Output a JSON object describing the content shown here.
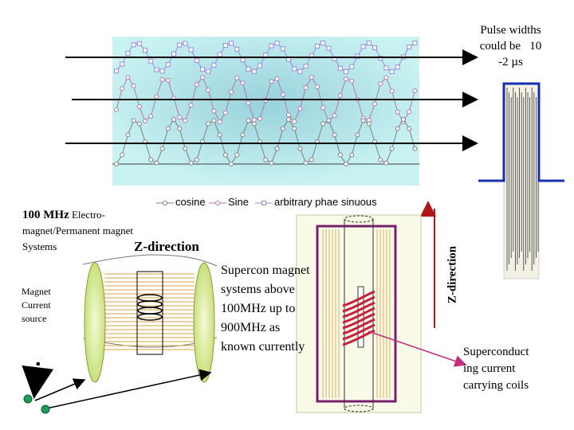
{
  "pulse_note": [
    "Pulse widths",
    "could be   10",
    "-2 µs"
  ],
  "legend": {
    "cosine": "cosine",
    "sine": "Sine",
    "arbitrary": "arbitrary phae sinuous"
  },
  "em_label": {
    "strong": "100 MHz",
    "rest_line1": "Electro-",
    "line2": "magnet/Permanent magnet",
    "line3": "Systems"
  },
  "z_direction_h": "Z-direction",
  "z_direction_v": "Z-direction",
  "magnet_source": [
    "Magnet",
    "Current",
    "source"
  ],
  "supercon": [
    "Supercon magnet",
    "systems above",
    "100MHz up to",
    "900MHz as",
    "known currently"
  ],
  "coils_label": [
    "Superconduct",
    "ing current",
    "carrying coils"
  ],
  "colors": {
    "plot_bg": "#c6f0f0",
    "plot_center": "#9fd7de",
    "arbitrary_series": "#9a8ce0",
    "sine_series": "#b07ab0",
    "cosine_series": "#808080",
    "pulse": "#1a2fb0",
    "frame": "#7a1e6e",
    "coil": "#c81e3c",
    "arrow": "#c0307a",
    "z_arrow": "#b01818",
    "pole": "#d6ef9a",
    "node": "#1e9a5a"
  }
}
